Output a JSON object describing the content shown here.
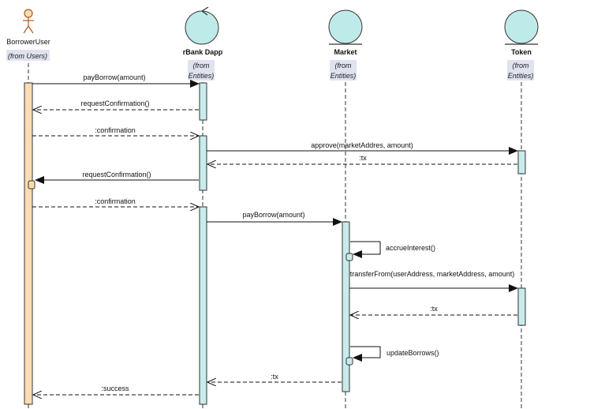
{
  "participants": {
    "user": {
      "name": "BorrowerUser",
      "origin": "(from Users)"
    },
    "dapp": {
      "name": "rBank Dapp",
      "origin_line1": "(from",
      "origin_line2": "Entities)"
    },
    "market": {
      "name": "Market",
      "origin_line1": "(from",
      "origin_line2": "Entities)"
    },
    "token": {
      "name": "Token",
      "origin_line1": "(from",
      "origin_line2": "Entities)"
    }
  },
  "messages": [
    {
      "id": "m1",
      "label": "payBorrow(amount)"
    },
    {
      "id": "m2",
      "label": "requestConfirmation()"
    },
    {
      "id": "m3",
      "label": ":confirmation"
    },
    {
      "id": "m4",
      "label": "approve(marketAddres, amount)"
    },
    {
      "id": "m5",
      "label": ":tx"
    },
    {
      "id": "m6",
      "label": "requestConfirmation()"
    },
    {
      "id": "m7",
      "label": ":confirmation"
    },
    {
      "id": "m8",
      "label": "payBorrow(amount)"
    },
    {
      "id": "m9",
      "label": "accrueInterest()"
    },
    {
      "id": "m10",
      "label": "transferFrom(userAddress, marketAddress, amount)"
    },
    {
      "id": "m11",
      "label": ":tx"
    },
    {
      "id": "m12",
      "label": "updateBorrows()"
    },
    {
      "id": "m13",
      "label": ":tx"
    },
    {
      "id": "m14",
      "label": ":success"
    }
  ],
  "colors": {
    "actor_activation": "#fcdcb4",
    "entity_fill": "#bfeaea",
    "activation_fill": "#c8ecec",
    "stereo_bg": "#dfe3ef",
    "line": "#222222"
  }
}
